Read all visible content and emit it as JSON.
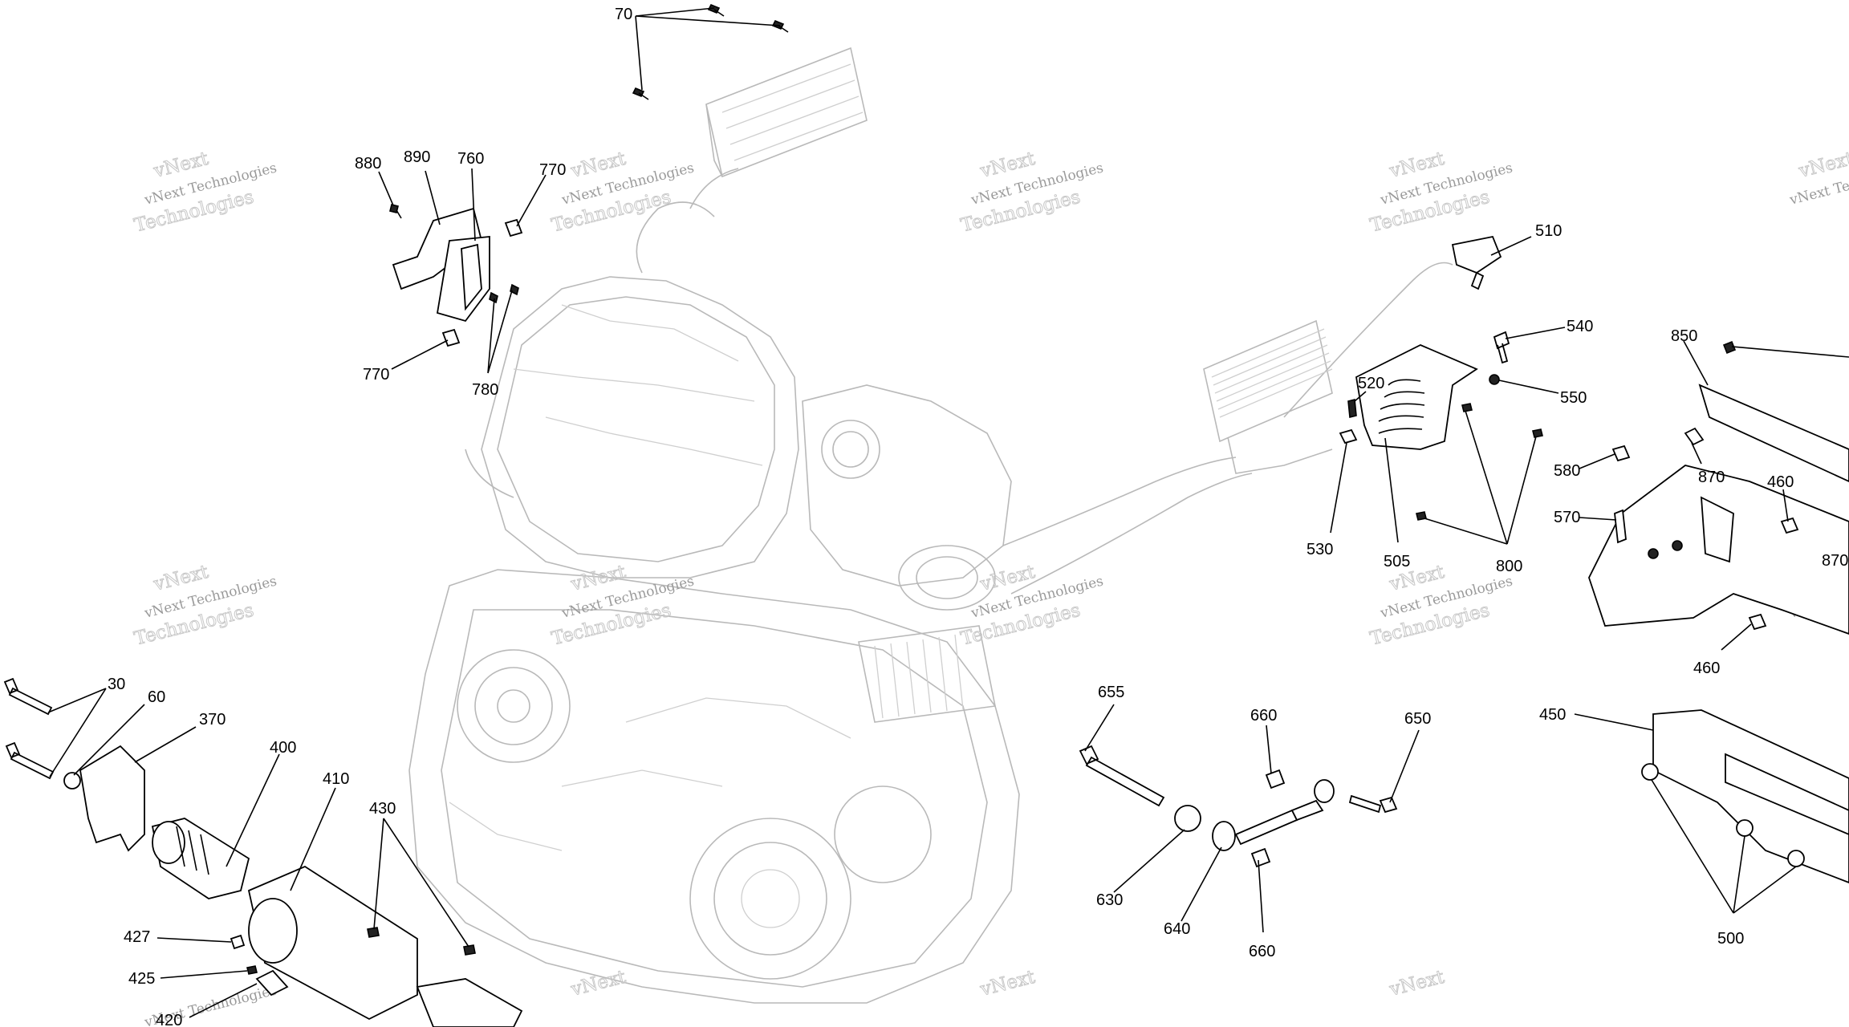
{
  "watermark": {
    "line1": "vNext",
    "line2": "vNext Technologies",
    "line3": "Technologies"
  },
  "callouts": [
    "70",
    "880",
    "890",
    "760",
    "770",
    "770",
    "780",
    "510",
    "540",
    "550",
    "520",
    "530",
    "505",
    "800",
    "850",
    "870",
    "580",
    "570",
    "460",
    "460",
    "870",
    "30",
    "60",
    "370",
    "400",
    "410",
    "430",
    "427",
    "425",
    "420",
    "655",
    "660",
    "650",
    "630",
    "640",
    "660",
    "450",
    "500"
  ],
  "colors": {
    "ink": "#000000",
    "ghost": "#b9b9b9",
    "watermark": "#c8c8c8"
  }
}
